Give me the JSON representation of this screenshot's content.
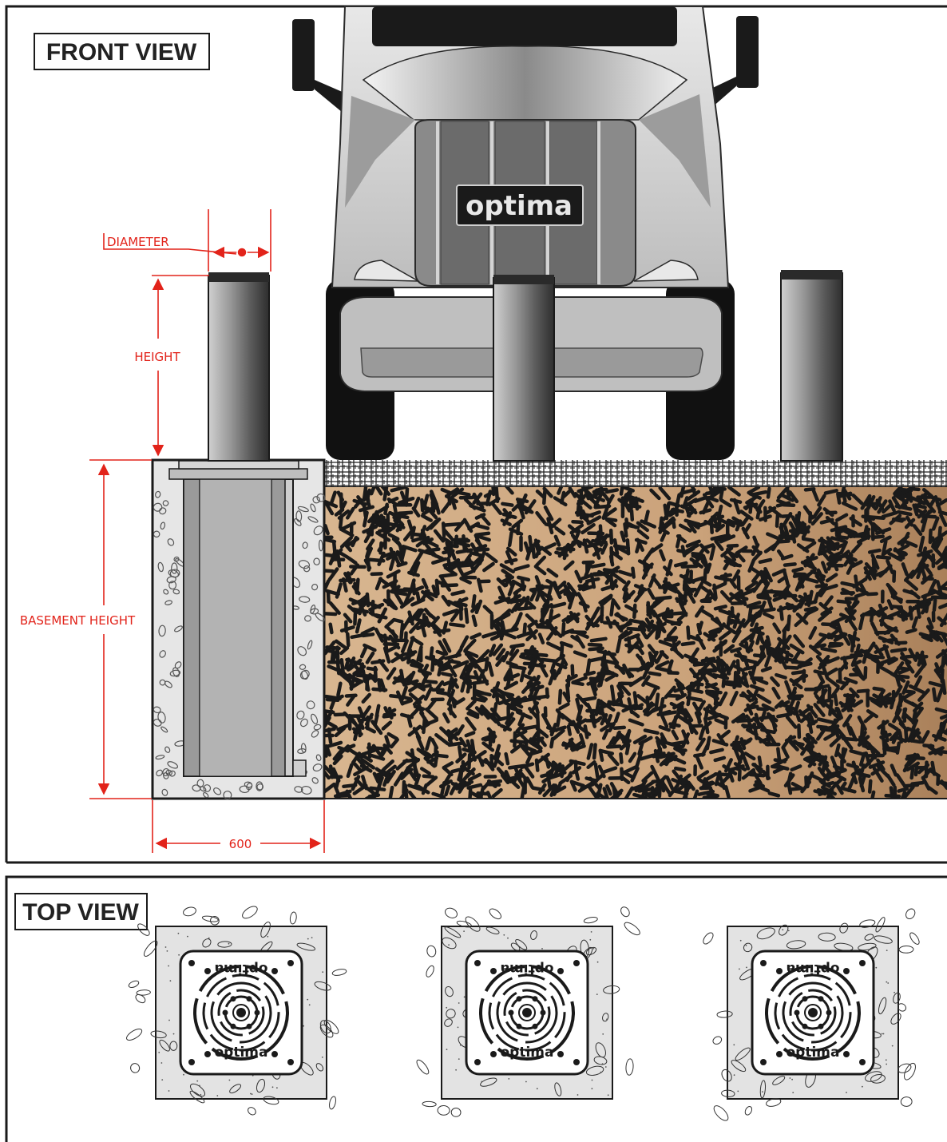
{
  "front_view": {
    "title": "FRONT VIEW",
    "truck_logo": "optima",
    "dimensions": {
      "diameter_label": "DIAMETER",
      "height_label": "HEIGHT",
      "basement_height_label": "BASEMENT HEIGHT",
      "width_label": "600"
    }
  },
  "top_view": {
    "title": "TOP VIEW",
    "bollard_count": 3,
    "cap_logo_top": "optima",
    "cap_logo_bottom": "optima"
  },
  "colors": {
    "dimension_red": "#e2231a",
    "concrete": "#e6e6e6",
    "soil": "#c9a07a",
    "frame": "#1a1a1a"
  }
}
